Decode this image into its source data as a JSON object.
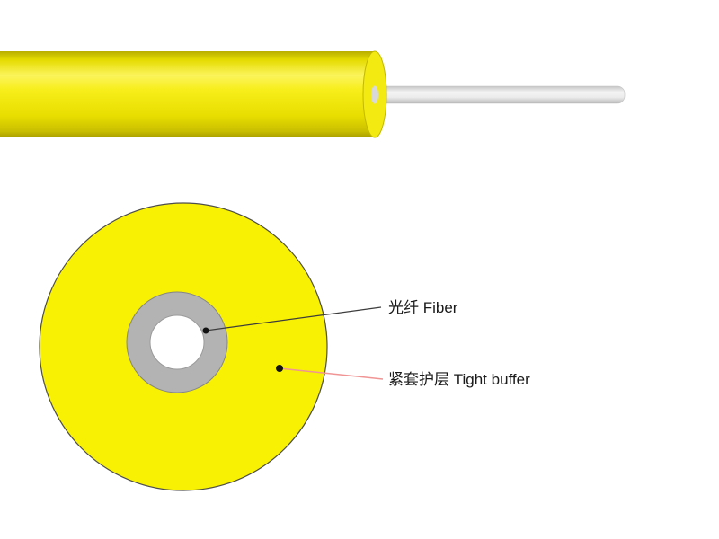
{
  "diagram": {
    "title": "tight-buffer-fiber-cable-diagram",
    "labels": {
      "fiber": "光纤 Fiber",
      "buffer": "紧套护层 Tight buffer"
    },
    "colors": {
      "jacket_yellow": "#f2e800",
      "jacket_end_face": "#f3ea12",
      "cross_yellow": "#f8f104",
      "buffer_gray": "#b3b3b3",
      "fiber_core_white": "#ffffff",
      "fiber_rod_gray": "#e8e8e8",
      "leader_fiber_line": "#3c3c3c",
      "leader_buffer_line": "#f09494",
      "dot_black": "#111111",
      "text": "#1a1a1a"
    }
  }
}
